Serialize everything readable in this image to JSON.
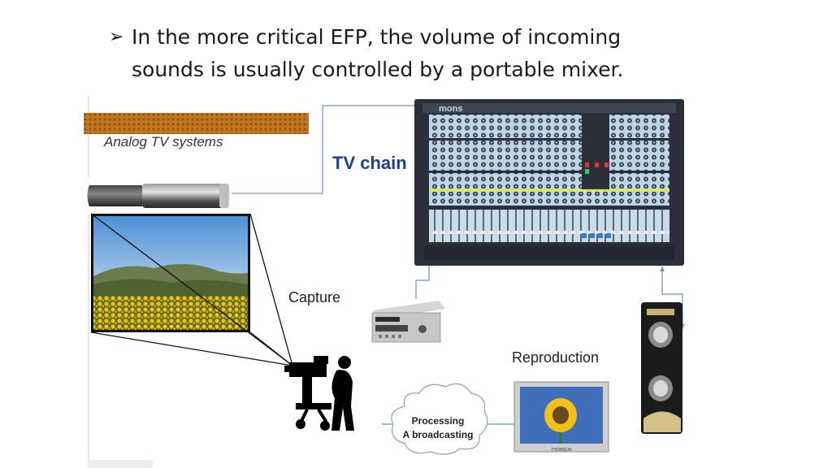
{
  "slide": {
    "bullet_glyph": "➢",
    "title_line1": "In the more critical EFP, the volume of incoming",
    "title_line2": "sounds is usually controlled by a portable mixer."
  },
  "diagram": {
    "header_label": "Analog TV systems",
    "chain_label": "TV chain",
    "capture_label": "Capture",
    "reproduction_label": "Reproduction",
    "processing_line1": "Processing",
    "processing_line2": "A broadcasting",
    "tv_brand": "THOMSON",
    "mixer_brand": "mons",
    "colors": {
      "banner": "#c0761e",
      "chain_text": "#1f3f93",
      "link_line": "#6b93c9",
      "mixer_body": "#2a2f3a",
      "mixer_panel": "#b9d4e6"
    }
  }
}
